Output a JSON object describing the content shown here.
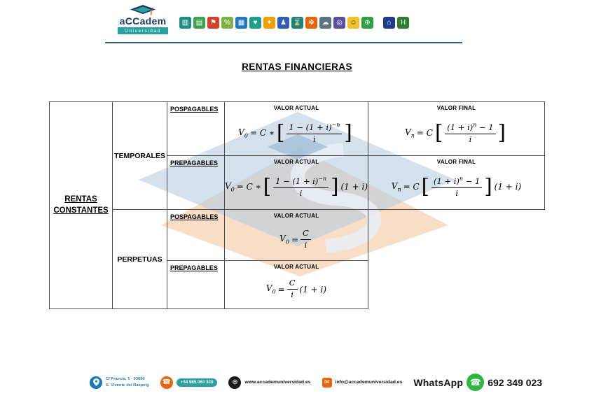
{
  "title": "RENTAS FINANCIERAS",
  "header": {
    "logo": {
      "name": "aCCadem",
      "subtitle": "Universidad"
    },
    "icons": [
      {
        "name": "analytics-icon",
        "color": "#1f8e86",
        "glyph": "▥"
      },
      {
        "name": "book-icon",
        "color": "#3fa34d",
        "glyph": "▤"
      },
      {
        "name": "megaphone-icon",
        "color": "#d7402b",
        "glyph": "⚑"
      },
      {
        "name": "percent-icon",
        "color": "#7cb342",
        "glyph": "%"
      },
      {
        "name": "calculator-icon",
        "color": "#1f78c1",
        "glyph": "▦"
      },
      {
        "name": "heart-icon",
        "color": "#1f9e8e",
        "glyph": "♥"
      },
      {
        "name": "idea-icon",
        "color": "#f29f05",
        "glyph": "✦"
      },
      {
        "name": "student-icon",
        "color": "#2b5fb8",
        "glyph": "♟"
      },
      {
        "name": "hourglass-icon",
        "color": "#18857b",
        "glyph": "⌛"
      },
      {
        "name": "gear-icon",
        "color": "#e8630a",
        "glyph": "☸"
      },
      {
        "name": "cloud-icon",
        "color": "#5c7380",
        "glyph": "☁"
      },
      {
        "name": "search-icon",
        "color": "#5c4d9e",
        "glyph": "◎"
      },
      {
        "name": "smiley-icon",
        "color": "#f2c12e",
        "fg": "#4a3a00",
        "glyph": "☺"
      },
      {
        "name": "globe-icon",
        "color": "#2f9e44",
        "glyph": "⊕"
      },
      {
        "name": "bank-icon",
        "color": "#203a8f",
        "glyph": "⌂"
      },
      {
        "name": "hospital-icon",
        "color": "#2e7d32",
        "glyph": "H"
      }
    ]
  },
  "table": {
    "main_label_line1": "RENTAS",
    "main_label_line2": "CONSTANTES",
    "temporales": "TEMPORALES",
    "perpetuas": "PERPETUAS",
    "pospagables": "POSPAGABLES",
    "prepagables": "PREPAGABLES",
    "valor_actual": "VALOR ACTUAL",
    "valor_final": "VALOR FINAL"
  },
  "formulas": {
    "temp_pos_va": {
      "var": "V",
      "sub": "0",
      "mid": "= C ∗",
      "open": "[",
      "num_pre": "1 − (1 + i)",
      "num_sup": "−n",
      "num_post": "",
      "den": "i",
      "close": "]",
      "suffix": ""
    },
    "temp_pos_vf": {
      "var": "V",
      "sub": "n",
      "mid": "= C",
      "open": "[",
      "num_pre": "(1 + i)",
      "num_sup": "n",
      "num_post": " − 1",
      "den": "i",
      "close": "]",
      "suffix": ""
    },
    "temp_pre_va": {
      "var": "V",
      "sub": "0",
      "mid": "= C ∗",
      "open": "[",
      "num_pre": "1 − (1 + i)",
      "num_sup": "−n",
      "num_post": "",
      "den": "i",
      "close": "]",
      "suffix": "(1 + i)"
    },
    "temp_pre_vf": {
      "var": "V",
      "sub": "n",
      "mid": "= C",
      "open": "[",
      "num_pre": "(1 + i)",
      "num_sup": "n",
      "num_post": " − 1",
      "den": "i",
      "close": "]",
      "suffix": "(1 + i)"
    },
    "perp_pos_va": {
      "var": "V",
      "sub": "0",
      "mid": "=",
      "num": "C",
      "den": "i",
      "suffix": ""
    },
    "perp_pre_va": {
      "var": "V",
      "sub": "0",
      "mid": "=",
      "num": "C",
      "den": "i",
      "suffix": "(1 + i)"
    }
  },
  "footer": {
    "address_line1": "C/ Francia, 1 - 03690",
    "address_line2": "S. Vicente del Raspeig",
    "phone": "+34 965 063 320",
    "website": "www.accademuniversidad.es",
    "email": "info@accademuniversidad.es",
    "whatsapp_label": "WhatsApp",
    "whatsapp_number": "692 349 023"
  },
  "colors": {
    "teal": "#2aa1a0",
    "navy": "#1f3b63",
    "location_blue": "#1a75bb",
    "orange": "#e8630a",
    "black": "#1a1a1a",
    "whatsapp_green": "#2bb741"
  }
}
